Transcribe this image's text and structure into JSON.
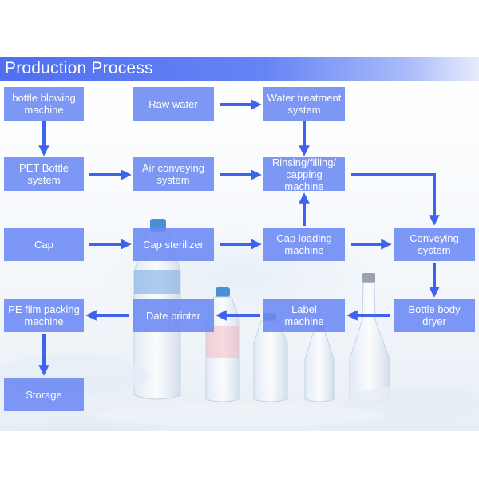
{
  "title": "Production Process",
  "colors": {
    "title_bar": "#5576f3",
    "box_fill": "#6b89f4",
    "arrow": "#3f63ee",
    "text": "#ffffff"
  },
  "steps": {
    "bottle_blowing": "bottle blowing\nmachine",
    "raw_water": "Raw water",
    "water_treatment": "Water treatment\nsystem",
    "pet_bottle": "PET Bottle\nsystem",
    "air_conveying": "Air conveying\nsystem",
    "rinsing": "Rinsing/filling/\ncapping machine",
    "cap": "Cap",
    "cap_sterilizer": "Cap sterilizer",
    "cap_loading": "Cap loading\nmachine",
    "conveying": "Conveying\nsystem",
    "pe_film": "PE film packing\nmachine",
    "date_printer": "Date printer",
    "label_machine": "Label\nmachine",
    "bottle_dryer": "Bottle body\ndryer",
    "storage": "Storage"
  },
  "illustration": "water-bottles-and-ice-photo"
}
